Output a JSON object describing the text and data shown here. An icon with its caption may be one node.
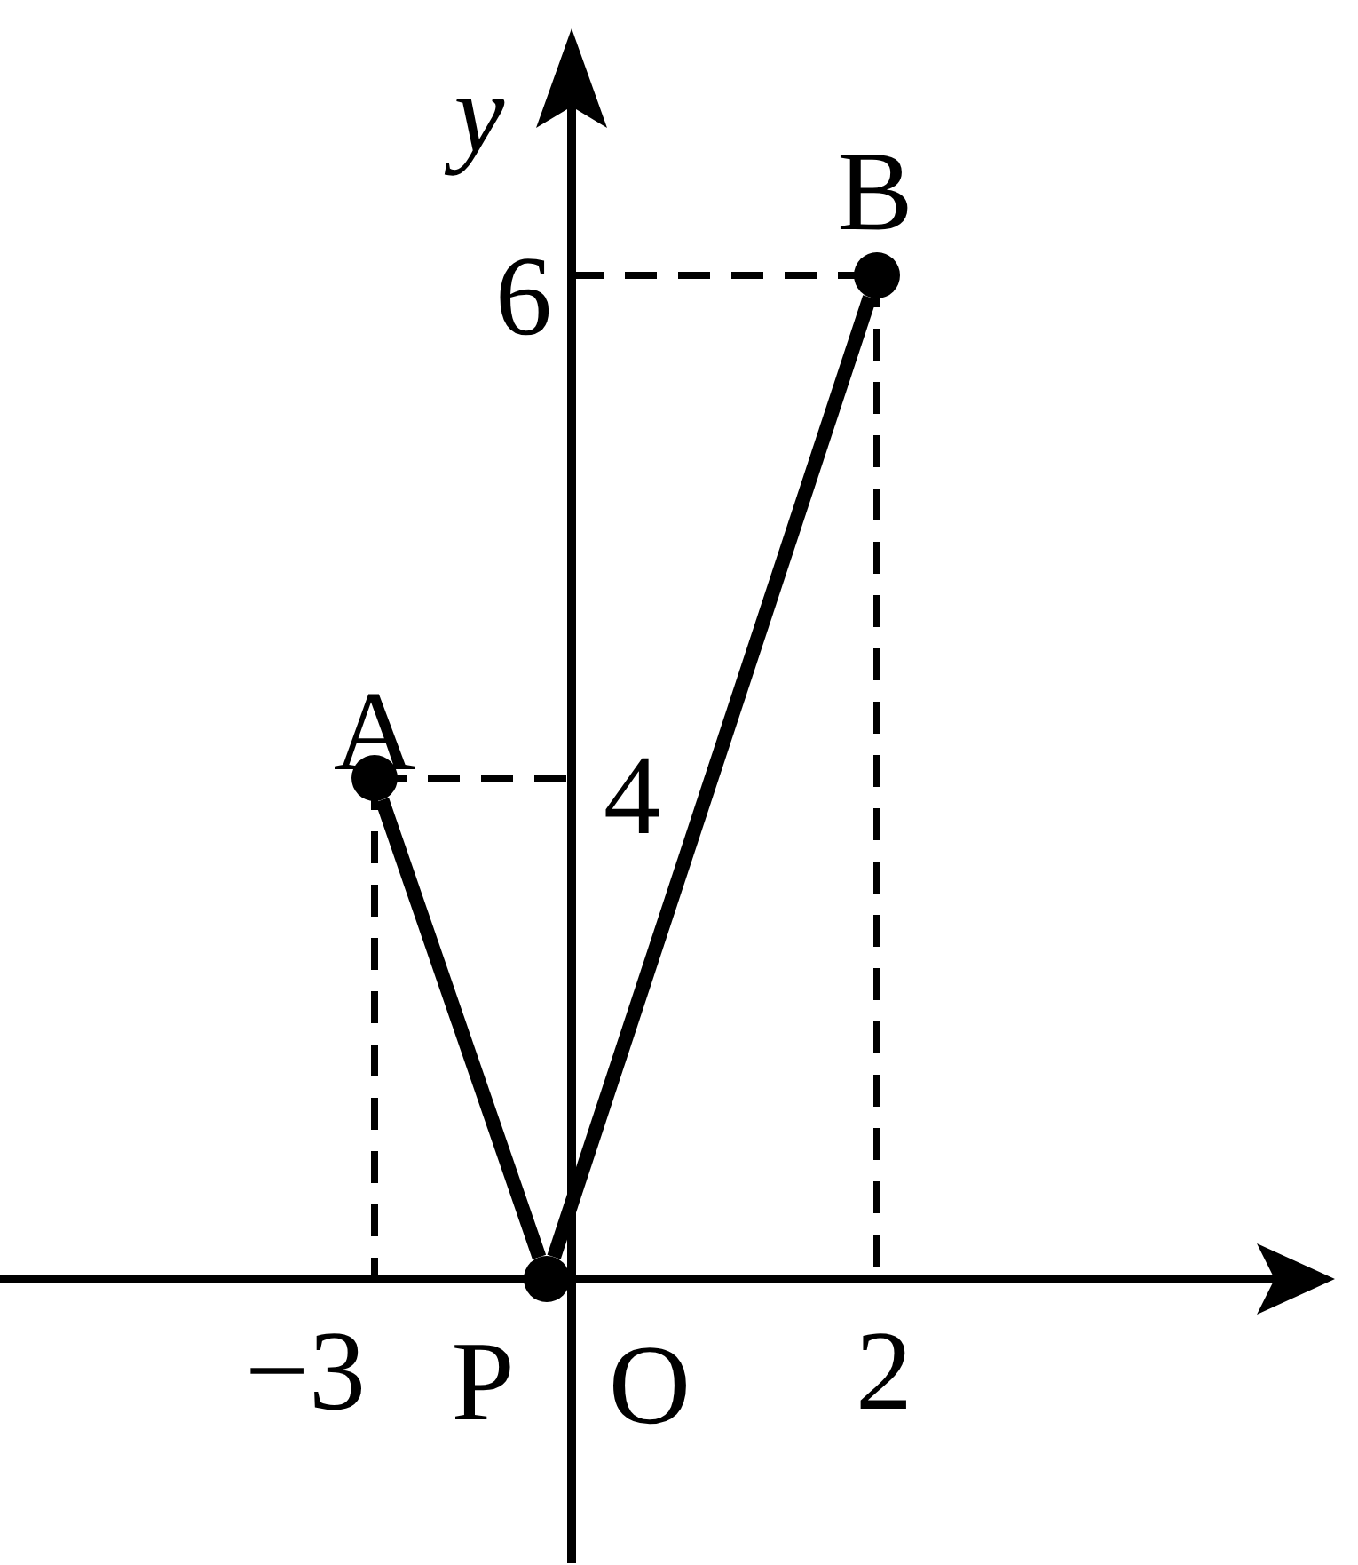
{
  "diagram": {
    "nodes": [
      {
        "text": [],
        "shape": "circle"
      },
      {
        "text": [],
        "shape": "circle"
      },
      {
        "text": [],
        "shape": "circle"
      }
    ],
    "edges": [
      {
        "from": 0,
        "to": 1,
        "arrow": "none"
      },
      {
        "from": 1,
        "to": 2,
        "arrow": "none"
      }
    ],
    "labels": [
      "y",
      "B",
      "6",
      "A",
      "4",
      "−3",
      "P",
      "O",
      "2"
    ]
  }
}
